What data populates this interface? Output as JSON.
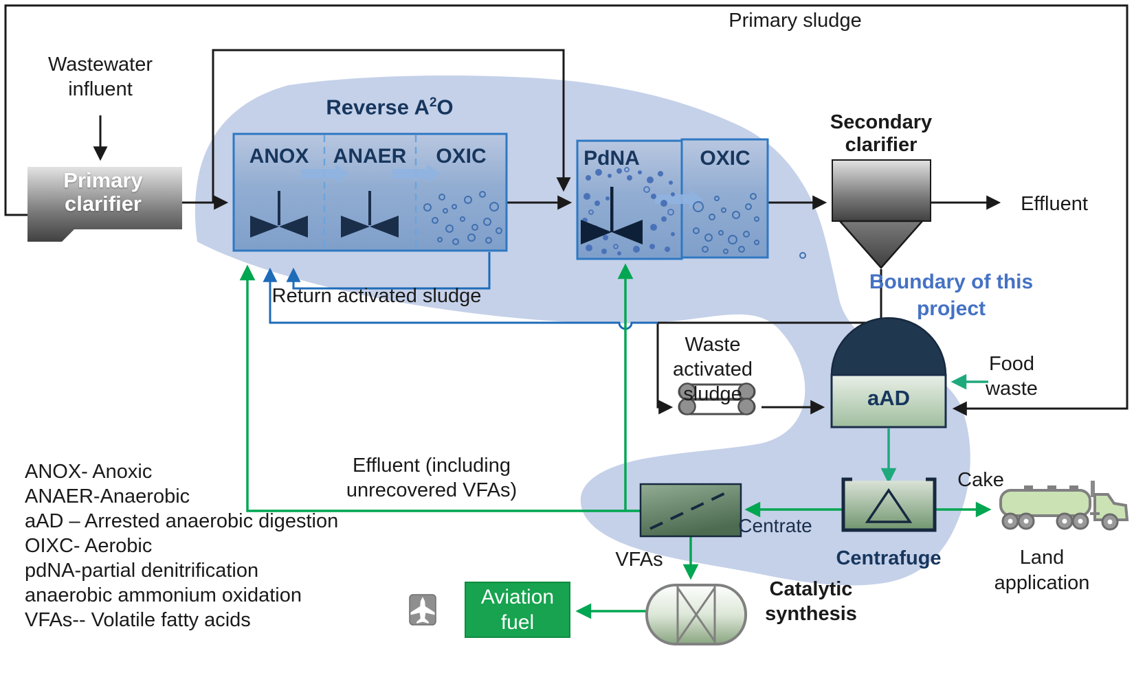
{
  "labels": {
    "primary_sludge": "Primary sludge",
    "wastewater_influent": "Wastewater\ninfluent",
    "primary_clarifier": "Primary\nclarifier",
    "reverse_a2o_prefix": "Reverse A",
    "reverse_a2o_sup": "2",
    "reverse_a2o_suffix": "O",
    "stage_anox": "ANOX",
    "stage_anaer": "ANAER",
    "stage_oxic": "OXIC",
    "stage_pdna": "PdNA",
    "stage_oxic2": "OXIC",
    "secondary_clarifier": "Secondary\nclarifier",
    "effluent": "Effluent",
    "boundary": "Boundary of this\nproject",
    "return_activated_sludge": "Return activated sludge",
    "waste_activated_sludge": "Waste\nactivated\nsludge",
    "aad": "aAD",
    "food_waste": "Food\nwaste",
    "effluent_unrecovered": "Effluent (including\nunrecovered VFAs)",
    "centrate": "Centrate",
    "centrifuge": "Centrafuge",
    "cake": "Cake",
    "land_application": "Land\napplication",
    "vfas": "VFAs",
    "catalytic_synthesis": "Catalytic\nsynthesis",
    "aviation_fuel": "Aviation\nfuel"
  },
  "legend": {
    "items": [
      "ANOX- Anoxic",
      "ANAER-Anaerobic",
      "aAD – Arrested anaerobic digestion",
      "OIXC- Aerobic",
      "pdNA-partial denitrification",
      "anaerobic ammonium oxidation",
      "VFAs-- Volatile fatty acids"
    ]
  },
  "colors": {
    "flow_black": "#1a1a1a",
    "recycle_blue": "#1e6bb8",
    "vfa_green": "#00a651",
    "digestion_teal": "#1ea97c",
    "boundary_text_blue": "#4472c4",
    "navy_text": "#17365d",
    "project_blob": "#c5d1e9",
    "reactor_border_blue": "#2e78c2",
    "aviation_green": "#17a34f",
    "clarifier_gray_top": "#e3e3e3",
    "clarifier_gray_bottom": "#414141"
  }
}
